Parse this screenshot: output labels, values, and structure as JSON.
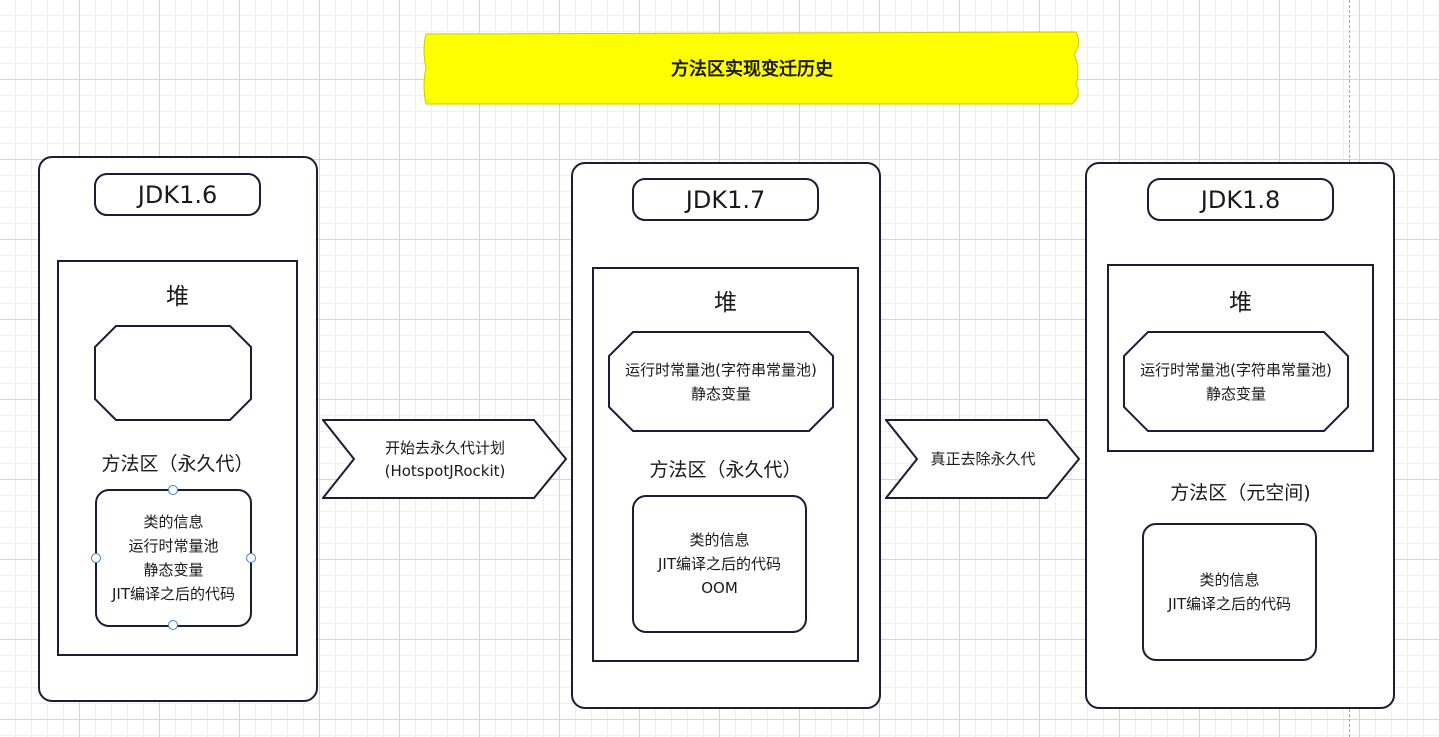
{
  "title": "方法区实现变迁历史",
  "jdk16": {
    "label": "JDK1.6",
    "heap": "堆",
    "method_area": "方法区（永久代）",
    "contents": [
      "类的信息",
      "运行时常量池",
      "静态变量",
      "JIT编译之后的代码"
    ]
  },
  "jdk17": {
    "label": "JDK1.7",
    "heap": "堆",
    "heap_contents": [
      "运行时常量池(字符串常量池)",
      "静态变量"
    ],
    "method_area": "方法区（永久代）",
    "contents": [
      "类的信息",
      "JIT编译之后的代码",
      "OOM"
    ]
  },
  "jdk18": {
    "label": "JDK1.8",
    "heap": "堆",
    "heap_contents": [
      "运行时常量池(字符串常量池)",
      "静态变量"
    ],
    "method_area": "方法区（元空间)",
    "contents": [
      "类的信息",
      "JIT编译之后的代码"
    ]
  },
  "arrow1": [
    "开始去永久代计划",
    "(HotspotJRockit)"
  ],
  "arrow2": [
    "真正去除永久代"
  ],
  "colors": {
    "note": "#ffff00",
    "border": "#1b1b3a",
    "handle": "#3b7ddd"
  }
}
